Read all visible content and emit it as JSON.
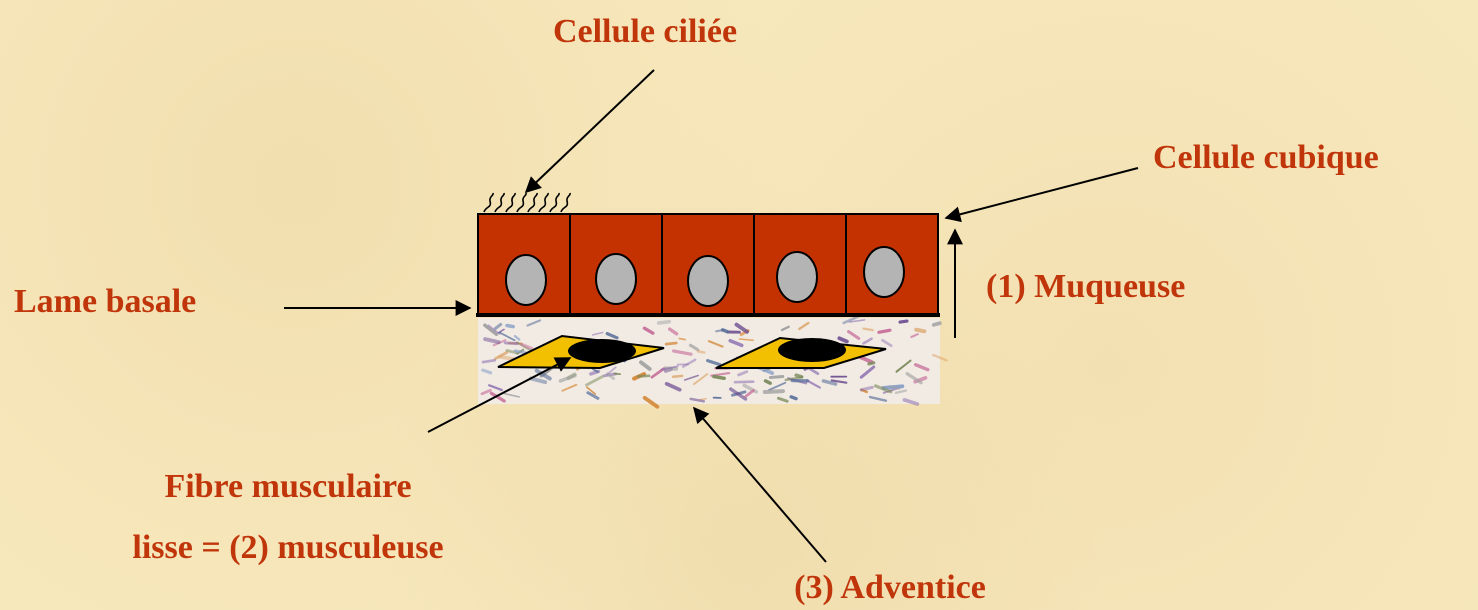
{
  "labels": {
    "cellule_ciliee": "Cellule ciliée",
    "cellule_cubique": "Cellule cubique",
    "lame_basale": "Lame basale",
    "muqueuse": "(1) Muqueuse",
    "fibre_line1": "Fibre musculaire",
    "fibre_line2": "lisse = (2) musculeuse",
    "adventice": "(3) Adventice"
  },
  "colors": {
    "label_text": "#c0350a",
    "cell_fill": "#c33200",
    "nucleus_fill": "#b4b4b4",
    "muscle_fiber": "#f2c000",
    "muscle_nucleus": "#000000",
    "background": "#f7e8bc"
  },
  "cell_count": 5
}
